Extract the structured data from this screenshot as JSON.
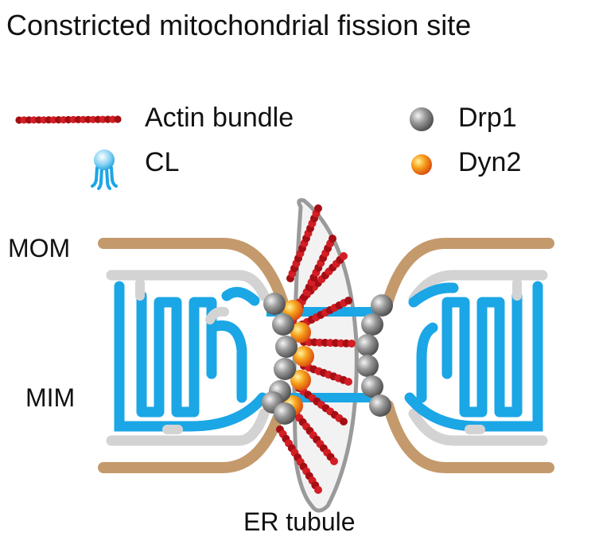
{
  "title": "Constricted mitochondrial fission site",
  "legend": {
    "actin": "Actin bundle",
    "cl": "CL",
    "drp1": "Drp1",
    "dyn2": "Dyn2"
  },
  "labels": {
    "mom": "MOM",
    "mim": "MIM",
    "er": "ER tubule"
  },
  "colors": {
    "actin": "#c0141b",
    "mom": "#c49a6c",
    "mim": "#1ba6e6",
    "cristae_cap": "#d3d3d3",
    "er": "#cfcfcf",
    "drp1": "#8a8a8a",
    "dyn2": "#f28a1a"
  }
}
